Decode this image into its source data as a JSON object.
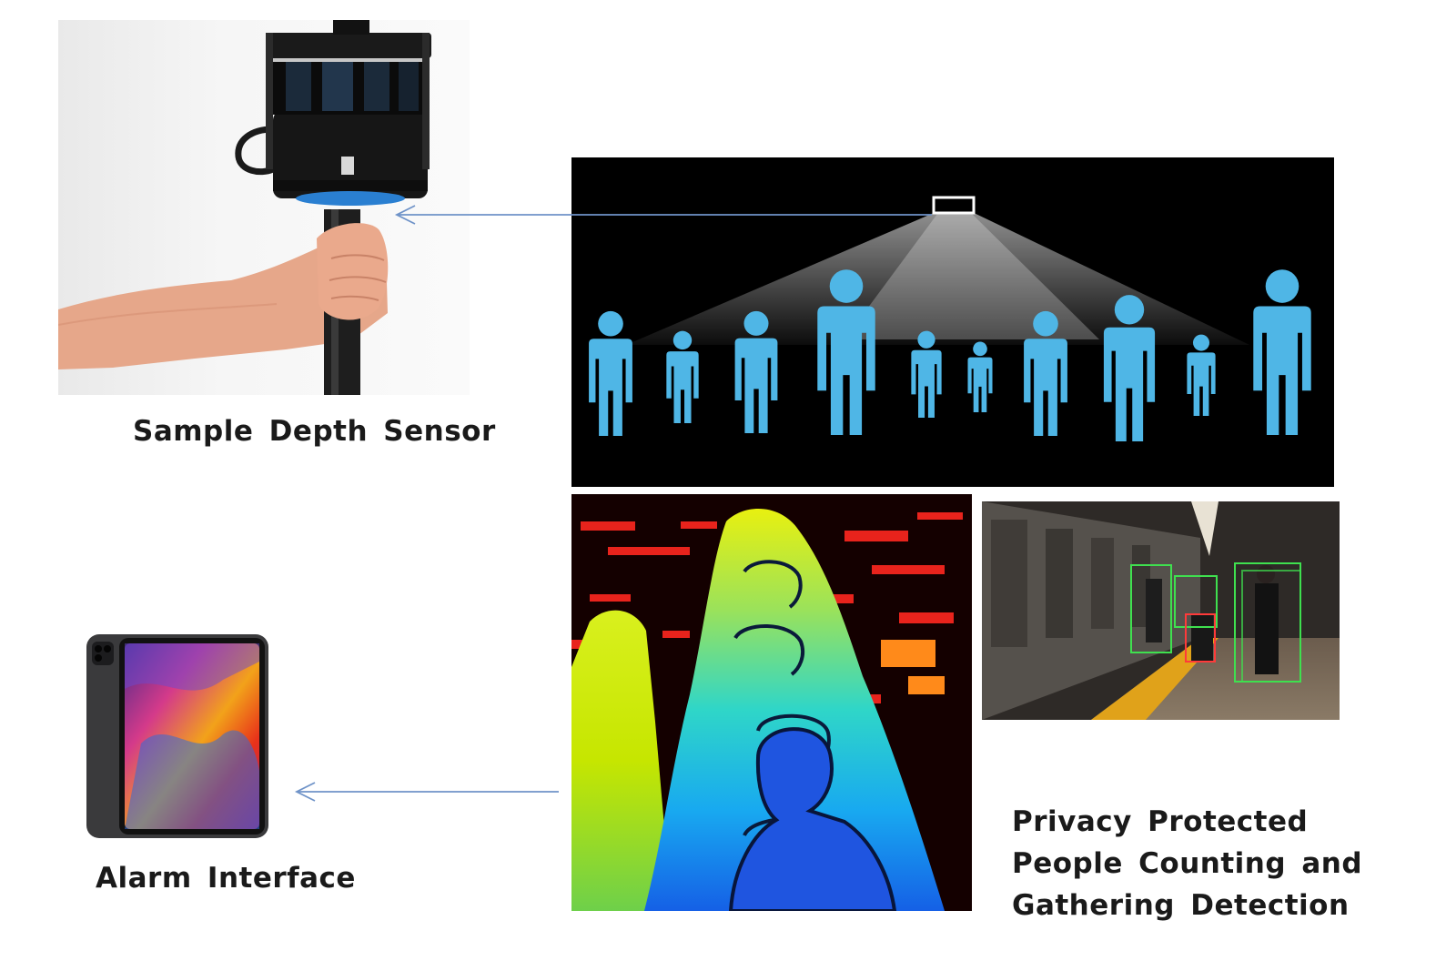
{
  "labels": {
    "sensor": "Sample Depth Sensor",
    "alarm": "Alarm Interface",
    "privacy_lines": [
      "Privacy Protected",
      "People Counting and",
      "Gathering Detection"
    ]
  },
  "colors": {
    "arrow": "#6f93c8",
    "person": "#4fb6e6",
    "detect_green": "#3fe04f",
    "detect_red": "#ff3a3a"
  },
  "icons": {
    "sensor_device": "depth-sensor-icon",
    "person_figure": "person-icon",
    "tablet_device": "tablet-icon"
  }
}
